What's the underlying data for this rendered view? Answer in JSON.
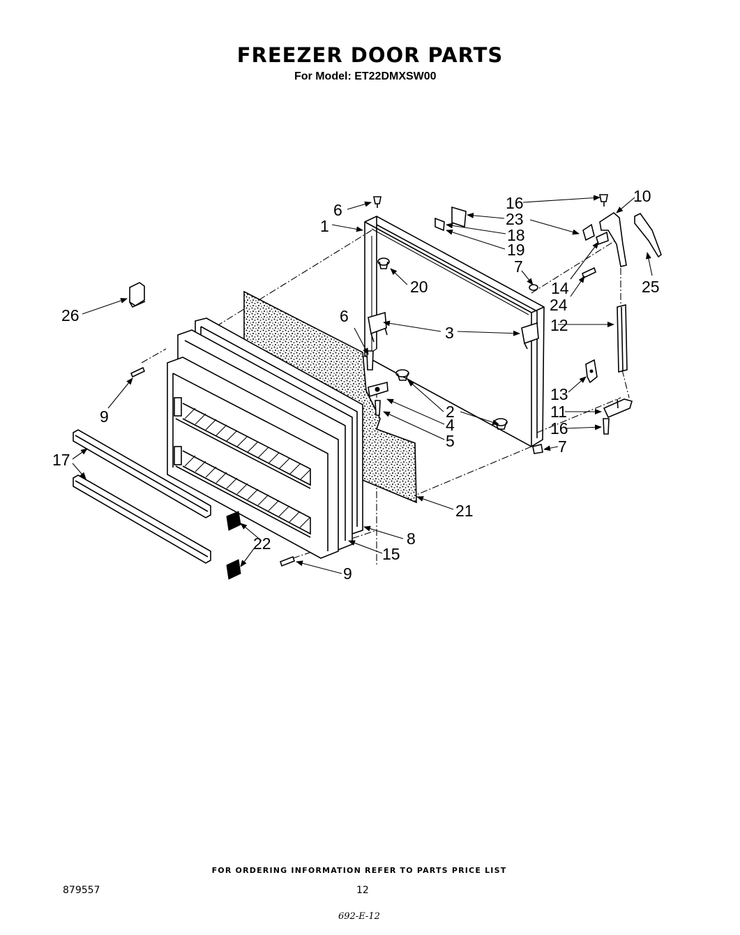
{
  "header": {
    "title": "FREEZER DOOR PARTS",
    "subtitle": "For Model: ET22DMXSW00"
  },
  "footer": {
    "ordering_note": "FOR ORDERING INFORMATION REFER TO PARTS PRICE LIST",
    "document_number": "879557",
    "page_number": "12",
    "handwritten_note": "692-E-12"
  },
  "callouts": [
    "1",
    "2",
    "3",
    "4",
    "5",
    "6",
    "6",
    "7",
    "7",
    "8",
    "9",
    "9",
    "10",
    "11",
    "12",
    "13",
    "14",
    "15",
    "16",
    "16",
    "17",
    "18",
    "19",
    "20",
    "21",
    "22",
    "23",
    "24",
    "25",
    "26"
  ]
}
